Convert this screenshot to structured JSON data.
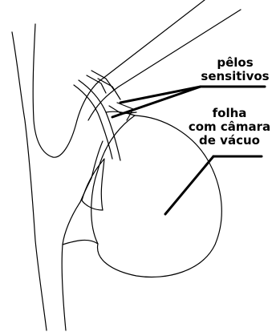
{
  "labels": {
    "sensitive_hairs": [
      "pêlos",
      "sensitivos"
    ],
    "leaf_vacuum_chamber": [
      "folha",
      "com câmara",
      "de vácuo"
    ]
  },
  "colors": {
    "background": "#ffffff",
    "ink": "#000000"
  }
}
